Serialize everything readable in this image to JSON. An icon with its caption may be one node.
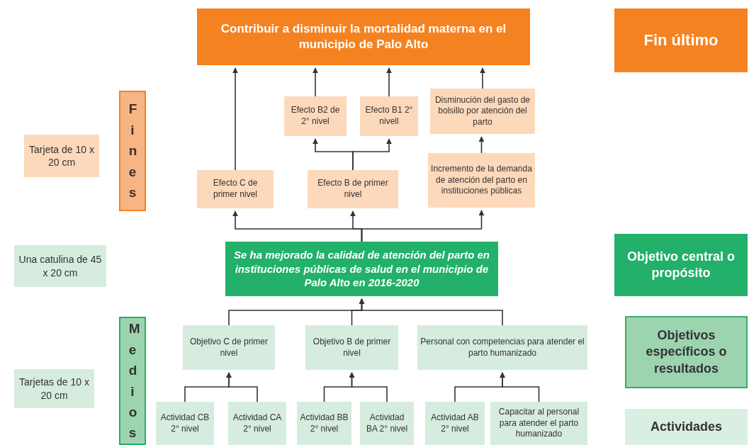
{
  "diagram": {
    "nodes": [
      {
        "text": [
          "Contribuir a disminuir la mortalidad materna en el municipio de Palo Alto"
        ]
      },
      {
        "text": [
          "Fin último"
        ]
      },
      {
        "text": [
          "Fines"
        ]
      },
      {
        "text": [
          "Efecto B2 de 2° nivel"
        ]
      },
      {
        "text": [
          "Efecto B1 2° nivell"
        ]
      },
      {
        "text": [
          "Disminución del gasto de bolsillo por atención del parto"
        ]
      },
      {
        "text": [
          "Tarjeta de 10 x 20 cm"
        ]
      },
      {
        "text": [
          "Efecto C de primer nivel"
        ]
      },
      {
        "text": [
          "Efecto B de primer nivel"
        ]
      },
      {
        "text": [
          "Incremento de la demanda de atención del parto en instituciones públicas"
        ]
      },
      {
        "text": [
          "Una catulina de 45 x 20 cm"
        ]
      },
      {
        "text": [
          "Se ha mejorado la calidad de atención del parto en instituciones públicas de salud en el municipio de Palo Alto en 2016-2020"
        ]
      },
      {
        "text": [
          "Objetivo central o propósito"
        ]
      },
      {
        "text": [
          "Medios"
        ]
      },
      {
        "text": [
          "Objetivo C de primer nivel"
        ]
      },
      {
        "text": [
          "Objetivo B de primer nivel"
        ]
      },
      {
        "text": [
          "Personal con competencias para atender el parto humanizado"
        ]
      },
      {
        "text": [
          "Objetivos específicos o resultados"
        ]
      },
      {
        "text": [
          "Tarjetas de 10 x 20 cm"
        ]
      },
      {
        "text": [
          "Actividad CB 2° nivel"
        ]
      },
      {
        "text": [
          "Actividad CA 2° nivel"
        ]
      },
      {
        "text": [
          "Actividad BB 2° nivel"
        ]
      },
      {
        "text": [
          "Actividad BA 2° nivel"
        ]
      },
      {
        "text": [
          "Actividad AB 2° nivel"
        ]
      },
      {
        "text": [
          "Capacitar al personal para atender el parto humanizado"
        ]
      },
      {
        "text": [
          "Actividades"
        ]
      }
    ],
    "edges": [
      {
        "from": 7,
        "to": 0,
        "arrow": "to"
      },
      {
        "from": 3,
        "to": 0,
        "arrow": "to"
      },
      {
        "from": 4,
        "to": 0,
        "arrow": "to"
      },
      {
        "from": 5,
        "to": 0,
        "arrow": "to"
      },
      {
        "from": 8,
        "to": 3,
        "arrow": "to"
      },
      {
        "from": 8,
        "to": 4,
        "arrow": "to"
      },
      {
        "from": 9,
        "to": 5,
        "arrow": "to"
      },
      {
        "from": 11,
        "to": 7,
        "arrow": "to"
      },
      {
        "from": 11,
        "to": 8,
        "arrow": "to"
      },
      {
        "from": 11,
        "to": 9,
        "arrow": "to"
      },
      {
        "from": 14,
        "to": 11,
        "arrow": "to"
      },
      {
        "from": 15,
        "to": 11,
        "arrow": "to"
      },
      {
        "from": 16,
        "to": 11,
        "arrow": "to"
      },
      {
        "from": 19,
        "to": 14,
        "arrow": "to"
      },
      {
        "from": 20,
        "to": 14,
        "arrow": "to"
      },
      {
        "from": 21,
        "to": 15,
        "arrow": "to"
      },
      {
        "from": 22,
        "to": 15,
        "arrow": "to"
      },
      {
        "from": 23,
        "to": 16,
        "arrow": "to"
      },
      {
        "from": 24,
        "to": 16,
        "arrow": "to"
      }
    ]
  }
}
